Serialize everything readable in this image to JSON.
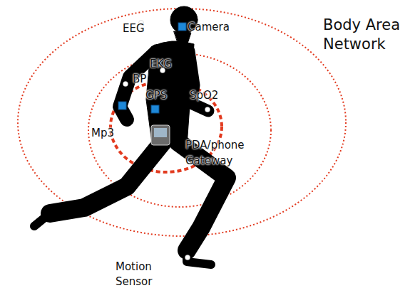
{
  "diagram": {
    "title": "Body Area Network",
    "labels": [
      "EEG",
      "Camera",
      "EKG",
      "BP",
      "GPS",
      "SpO2",
      "Mp3",
      "PDA/phone Gateway",
      "Motion Sensor"
    ]
  }
}
